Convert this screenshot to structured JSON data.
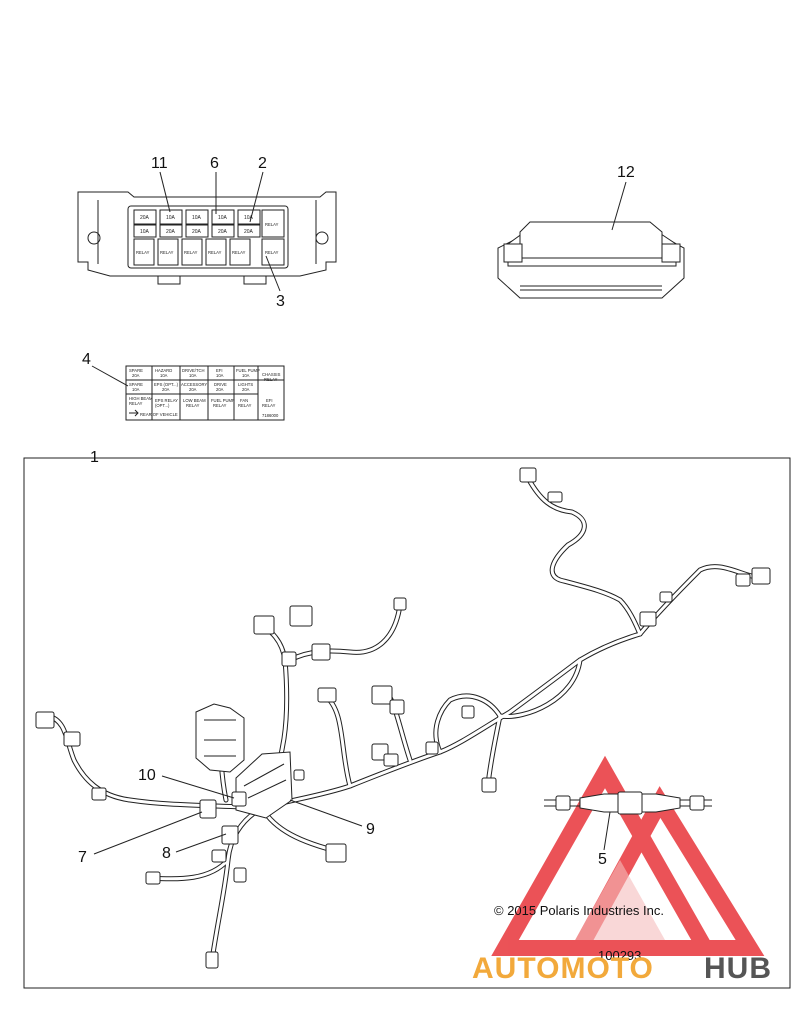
{
  "callouts": {
    "c1": "1",
    "c2": "2",
    "c3": "3",
    "c4": "4",
    "c5": "5",
    "c6": "6",
    "c7": "7",
    "c8": "8",
    "c9": "9",
    "c10": "10",
    "c11": "11",
    "c12": "12"
  },
  "fuse_box": {
    "top_fuses": [
      "20A",
      "10A",
      "10A",
      "10A",
      "10A"
    ],
    "mid_fuses": [
      "10A",
      "20A",
      "20A",
      "20A",
      "20A"
    ],
    "relays": [
      "RELAY",
      "RELAY",
      "RELAY",
      "RELAY",
      "RELAY",
      "RELAY"
    ],
    "side_relay_top": "RELAY",
    "side_relay_bottom": "RELAY"
  },
  "decal": {
    "row1": [
      {
        "name": "SPARE",
        "value": "20A"
      },
      {
        "name": "HAZARD",
        "value": "10A"
      },
      {
        "name": "DRIVE/TCH",
        "value": "10A"
      },
      {
        "name": "EFI",
        "value": "10A"
      },
      {
        "name": "FUEL PUMP",
        "value": "10A"
      },
      {
        "name": "CHASSIS",
        "value": "RELAY"
      }
    ],
    "row2": [
      {
        "name": "SPARE",
        "value": "10A"
      },
      {
        "name": "EPS (OPT...)",
        "value": "20A"
      },
      {
        "name": "ACCESSORY",
        "value": "20A"
      },
      {
        "name": "DRIVE",
        "value": "20A"
      },
      {
        "name": "LIGHTS",
        "value": "20A"
      }
    ],
    "row3": [
      {
        "name": "HIGH BEAM",
        "value": "RELAY"
      },
      {
        "name": "EPS RELAY",
        "value": "(OPT...)"
      },
      {
        "name": "LOW BEAM",
        "value": "RELAY"
      },
      {
        "name": "FUEL PUMP",
        "value": "RELAY"
      },
      {
        "name": "FAN",
        "value": "RELAY"
      },
      {
        "name": "EFI",
        "value": "RELAY"
      }
    ],
    "front_note": "REAR OF VEHICLE",
    "part_no": "7186000"
  },
  "copyright": "© 2015 Polaris Industries Inc.",
  "diagram_id": "100293",
  "watermark": {
    "part1": "AUTOMOTO",
    "part2": "HUB",
    "color_primary": "#f2a93b",
    "color_secondary": "#555555",
    "triangle_color": "#e8353a"
  }
}
